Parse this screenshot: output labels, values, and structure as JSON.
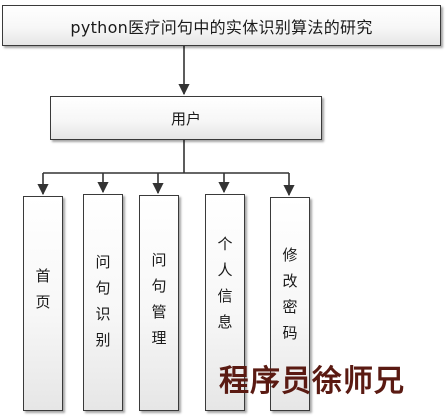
{
  "diagram": {
    "root": {
      "label": "python医疗问句中的实体识别算法的研究"
    },
    "user": {
      "label": "用户"
    },
    "children": [
      {
        "id": "home",
        "label": "首页"
      },
      {
        "id": "qa",
        "label": "问句识别"
      },
      {
        "id": "qm",
        "label": "问句管理"
      },
      {
        "id": "info",
        "label": "个人信息"
      },
      {
        "id": "pwd",
        "label": "修改密码"
      }
    ]
  },
  "watermark": {
    "text": "程序员徐师兄"
  },
  "colors": {
    "border": "#3a3a3a",
    "line": "#333333",
    "watermark": "#5a1a12"
  }
}
